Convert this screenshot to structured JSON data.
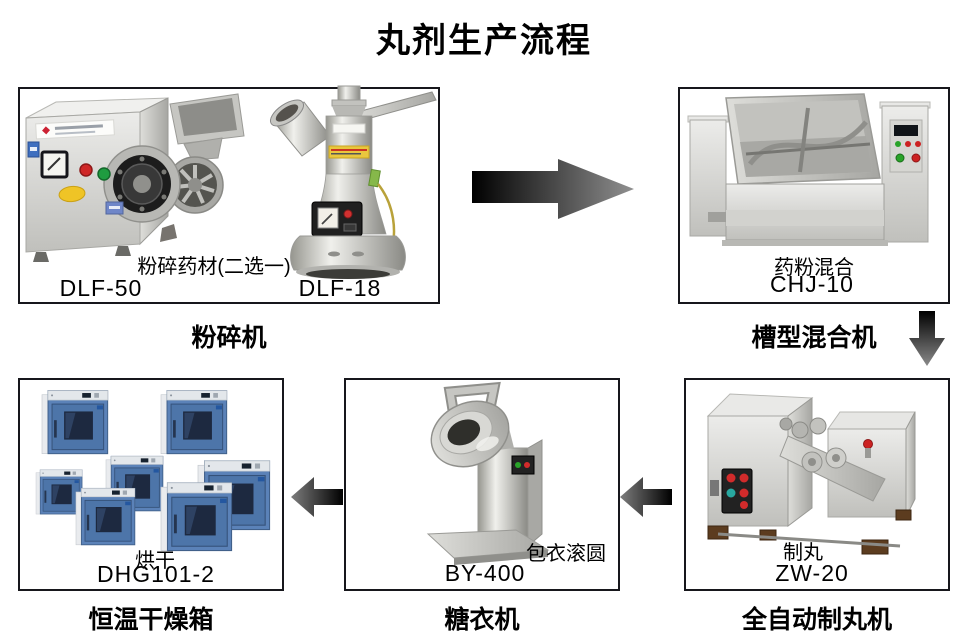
{
  "title": "丸剂生产流程",
  "colors": {
    "background": "#ffffff",
    "box_border": "#17171c",
    "text": "#000000",
    "arrow_dark": "#000000",
    "arrow_light": "#8d8d8d",
    "oven_blue": "#5b82b8",
    "steel_gray": "#c9c9c5"
  },
  "icons": {
    "flow_arrow_right": "arrow-right",
    "flow_arrow_down": "arrow-down",
    "flow_arrow_left": "arrow-left"
  },
  "stages": [
    {
      "id": "crusher",
      "caption": "粉碎机",
      "note": "粉碎药材(二选一)",
      "models": [
        "DLF-50",
        "DLF-18"
      ]
    },
    {
      "id": "mixer",
      "caption": "槽型混合机",
      "note": "药粉混合",
      "models": [
        "CHJ-10"
      ]
    },
    {
      "id": "pill-maker",
      "caption": "全自动制丸机",
      "note": "制丸",
      "models": [
        "ZW-20"
      ]
    },
    {
      "id": "coater",
      "caption": "糖衣机",
      "note": "包衣滚圆",
      "models": [
        "BY-400"
      ]
    },
    {
      "id": "dryer",
      "caption": "恒温干燥箱",
      "note": "烘干",
      "models": [
        "DHG101-2"
      ]
    }
  ]
}
